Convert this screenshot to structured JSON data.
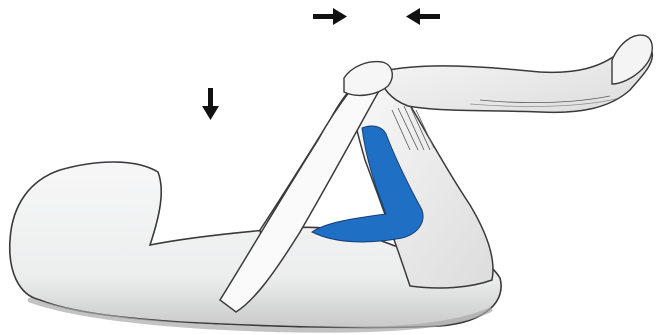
{
  "figure": {
    "subject": "supine-figure-knee-to-chest-stretch",
    "highlight_color": "#1f6fc4",
    "body_fill": "#f1f2f3",
    "outline_color": "#3a3a3a",
    "shadow_color": "#a9a9a9",
    "arrows": [
      {
        "name": "arrow-right-icon",
        "direction": "right"
      },
      {
        "name": "arrow-left-icon",
        "direction": "left"
      },
      {
        "name": "arrow-down-icon",
        "direction": "down"
      }
    ]
  }
}
